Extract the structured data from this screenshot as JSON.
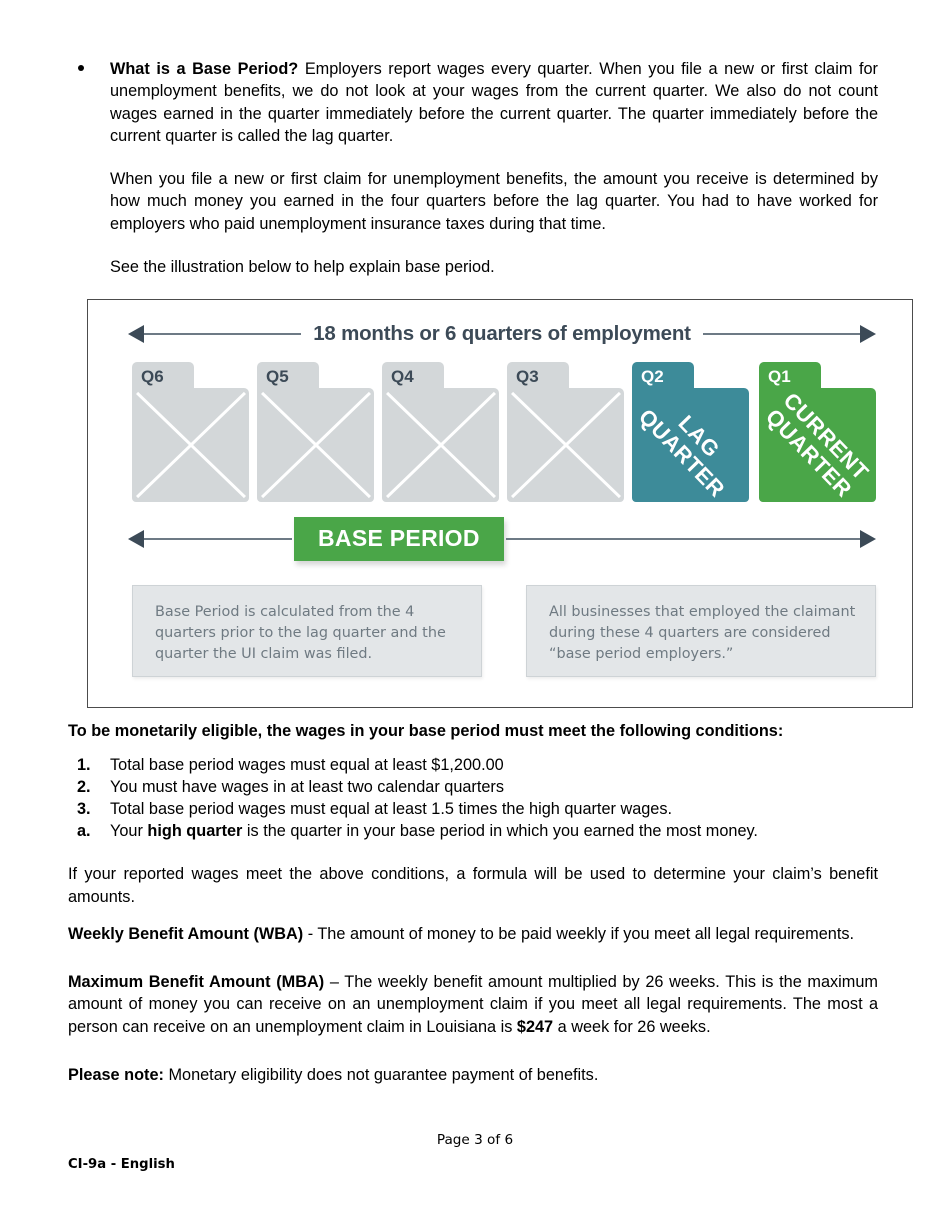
{
  "document": {
    "intro": {
      "bullet_heading": "What is a Base Period?",
      "bullet_text": " Employers report wages every quarter. When you file a new or first claim for unemployment benefits, we do not look at your wages from the current quarter.  We also do not count wages earned in the quarter immediately before the current quarter. The quarter immediately before the current quarter is called the lag quarter.",
      "paragraph_2": "When you file a new or first claim for unemployment benefits, the amount you receive is determined by how much money you earned in the four quarters before the lag quarter. You had to have worked for employers who paid unemployment insurance taxes during that time.",
      "paragraph_3": "See the illustration below to help explain base period."
    },
    "illustration": {
      "top_arrow_caption": "18 months or 6 quarters of employment",
      "banner_label": "BASE PERIOD",
      "quarters": [
        {
          "tab": "Q6",
          "style": "gray",
          "diagonal_label": ""
        },
        {
          "tab": "Q5",
          "style": "gray",
          "diagonal_label": ""
        },
        {
          "tab": "Q4",
          "style": "gray",
          "diagonal_label": ""
        },
        {
          "tab": "Q3",
          "style": "gray",
          "diagonal_label": ""
        },
        {
          "tab": "Q2",
          "style": "teal",
          "diagonal_label": "LAG\nQUARTER"
        },
        {
          "tab": "Q1",
          "style": "green",
          "diagonal_label": "CURRENT\nQUARTER"
        }
      ],
      "note_left": "Base Period is calculated from the 4 quarters prior to the lag quarter and the quarter the UI claim was filed.",
      "note_right": "All businesses that employed the claimant during these 4 quarters are considered “base period employers.”",
      "colors": {
        "gray_folder": "#d3d7d9",
        "teal_folder": "#3d8b99",
        "green_folder": "#4aa648",
        "heading_text": "#3c4a57",
        "note_background": "#e3e6e8",
        "note_text": "#6f7a82"
      }
    },
    "eligibility": {
      "heading": "To be monetarily eligible, the wages in your base period must meet the following conditions:",
      "items": [
        {
          "marker": "1.",
          "text": "Total base period wages must equal at least $1,200.00",
          "bold_segment": ""
        },
        {
          "marker": "2.",
          "text": "You must have wages in at least two calendar quarters",
          "bold_segment": ""
        },
        {
          "marker": "3.",
          "text": "Total base period wages must equal at least 1.5 times the high quarter wages.",
          "bold_segment": ""
        },
        {
          "marker": "a.",
          "text_before": "Your ",
          "bold_segment": "high quarter",
          "text_after": " is the quarter in your base period in which you earned the most money."
        }
      ]
    },
    "benefits": {
      "formula_paragraph": "If your reported wages meet the above conditions, a formula will be used to determine your claim’s benefit amounts.",
      "wba_label": "Weekly Benefit Amount (WBA)",
      "wba_text": " - The amount of money to be paid weekly if you meet all legal requirements.",
      "mba_label": "Maximum Benefit Amount (MBA)",
      "mba_text_1": " – The weekly benefit amount multiplied by 26 weeks. This is the maximum amount of money you can receive on an unemployment claim if you meet all legal requirements. The most a person can receive on an unemployment claim in Louisiana is ",
      "mba_amount": "$247",
      "mba_text_2": " a week for 26 weeks.",
      "note_label": "Please note:",
      "note_text": " Monetary eligibility does not guarantee payment of benefits."
    },
    "footer": {
      "page_number": "Page 3 of 6",
      "document_id": "CI-9a - English"
    }
  }
}
